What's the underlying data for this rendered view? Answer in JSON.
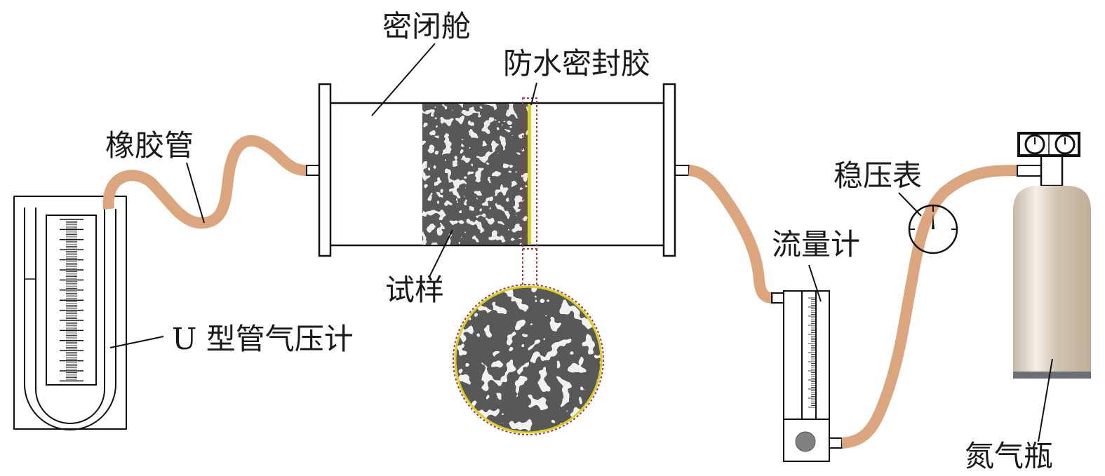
{
  "labels": {
    "chamber": "密闭舱",
    "sealant": "防水密封胶",
    "rubber_hose": "橡胶管",
    "sample": "试样",
    "u_manometer": "U 型管气压计",
    "regulator_gauge": "稳压表",
    "flowmeter": "流量计",
    "nitrogen_cylinder": "氮气瓶"
  },
  "colors": {
    "hose": "#dba57e",
    "sealant": "#d8d020",
    "highlight_border": "#b03030",
    "cylinder": "#c9bba8",
    "cylinder_base": "#6b6e75",
    "knob": "#808080"
  }
}
